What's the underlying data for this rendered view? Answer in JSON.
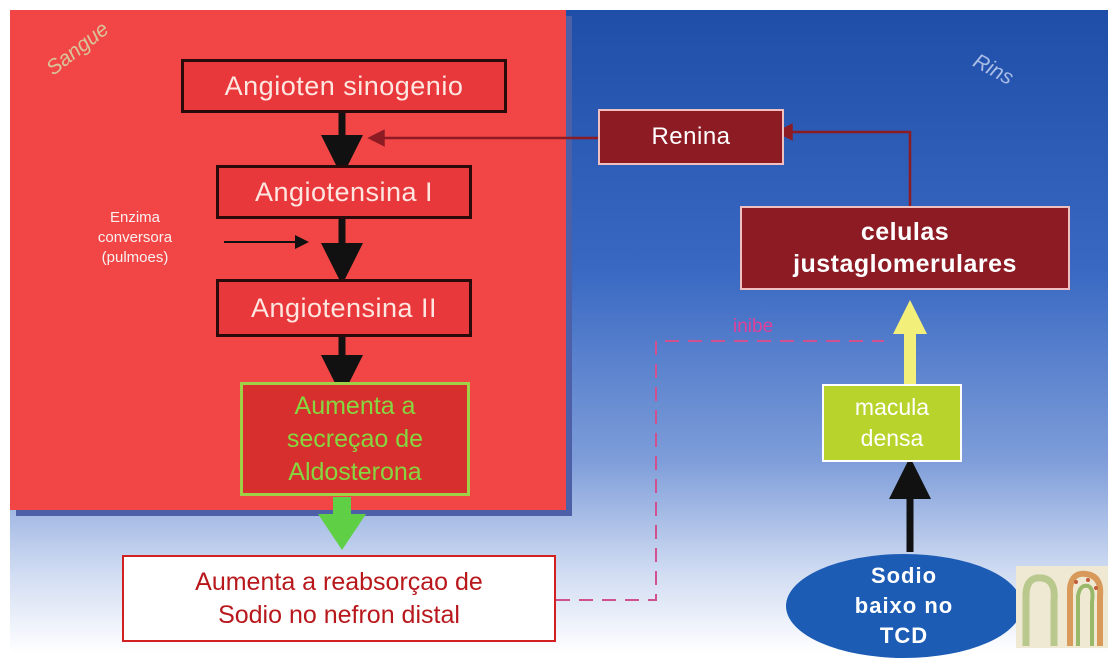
{
  "regions": {
    "blood": "Sangue",
    "kidneys": "Rins"
  },
  "nodes": {
    "angiotensinogenio": "Angioten sinogenio",
    "angiotensina1": "Angiotensina I",
    "angiotensina2": "Angiotensina II",
    "aldosterona": "Aumenta a\nsecreçao de\nAldosterona",
    "reabsorcao": "Aumenta a reabsorçao de\nSodio no nefron distal",
    "renina": "Renina",
    "celulas": "celulas\njustaglomerulares",
    "macula": "macula\ndensa",
    "sodio": "Sodio\nbaixo no\nTCD"
  },
  "annotations": {
    "enzima": "Enzima\nconversora\n(pulmoes)",
    "inibe": "inibe"
  },
  "colors": {
    "blood_region": "#f24646",
    "kidney_region": "#2f5fb8",
    "arrow_main": "#111111",
    "arrow_green": "#5fd046",
    "arrow_yellow": "#f2f07a",
    "arrow_renin": "#8c1b24",
    "inhibit_line": "#d05090"
  }
}
